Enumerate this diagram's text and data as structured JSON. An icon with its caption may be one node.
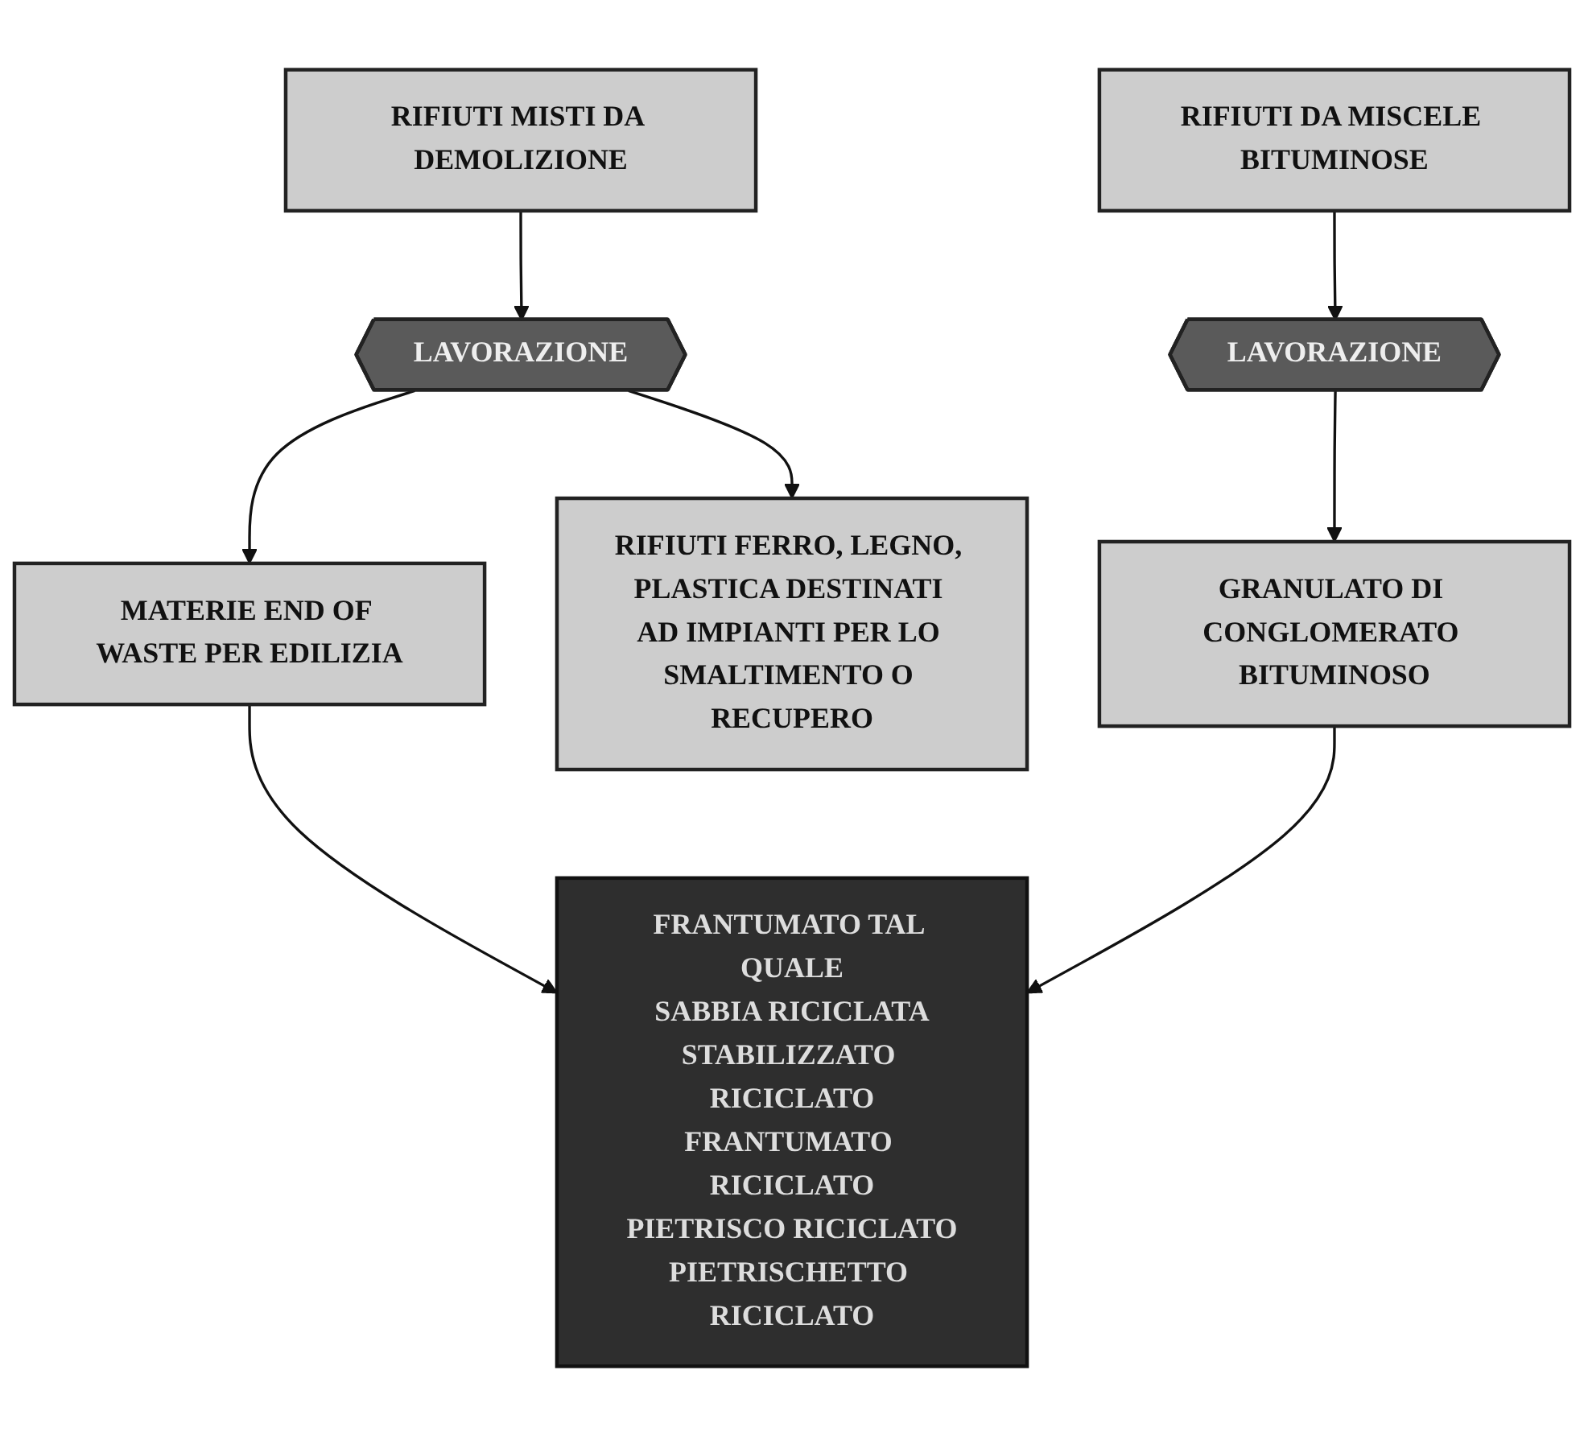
{
  "diagram": {
    "nodes": [
      {
        "text": [
          "RIFIUTI MISTI DA DEMOLIZIONE"
        ]
      },
      {
        "text": [
          "RIFIUTI DA MISCELE BITUMINOSE"
        ]
      },
      {
        "text": [
          "LAVORAZIONE"
        ]
      },
      {
        "text": [
          "LAVORAZIONE"
        ]
      },
      {
        "text": [
          "MATERIE END OF WASTE PER EDILIZIA"
        ]
      },
      {
        "text": [
          "RIFIUTI FERRO, LEGNO, PLASTICA DESTINATI AD IMPIANTI PER LO SMALTIMENTO O RECUPERO"
        ]
      },
      {
        "text": [
          "GRANULATO DI CONGLOMERATO BITUMINOSO"
        ]
      },
      {
        "text": [
          "FRANTUMATO TAL QUALE",
          "SABBIA RICICLATA",
          "STABILIZZATO RICICLATO",
          "FRANTUMATO RICICLATO",
          "PIETRISCO RICICLATO",
          "PIETRISCHETTO RICICLATO"
        ]
      }
    ],
    "edges": [
      {
        "from": 0,
        "to": 2,
        "arrow": "to"
      },
      {
        "from": 1,
        "to": 3,
        "arrow": "to"
      },
      {
        "from": 2,
        "to": 4,
        "arrow": "to"
      },
      {
        "from": 2,
        "to": 5,
        "arrow": "to"
      },
      {
        "from": 3,
        "to": 6,
        "arrow": "to"
      },
      {
        "from": 4,
        "to": 7,
        "arrow": "to"
      },
      {
        "from": 6,
        "to": 7,
        "arrow": "to"
      }
    ]
  }
}
